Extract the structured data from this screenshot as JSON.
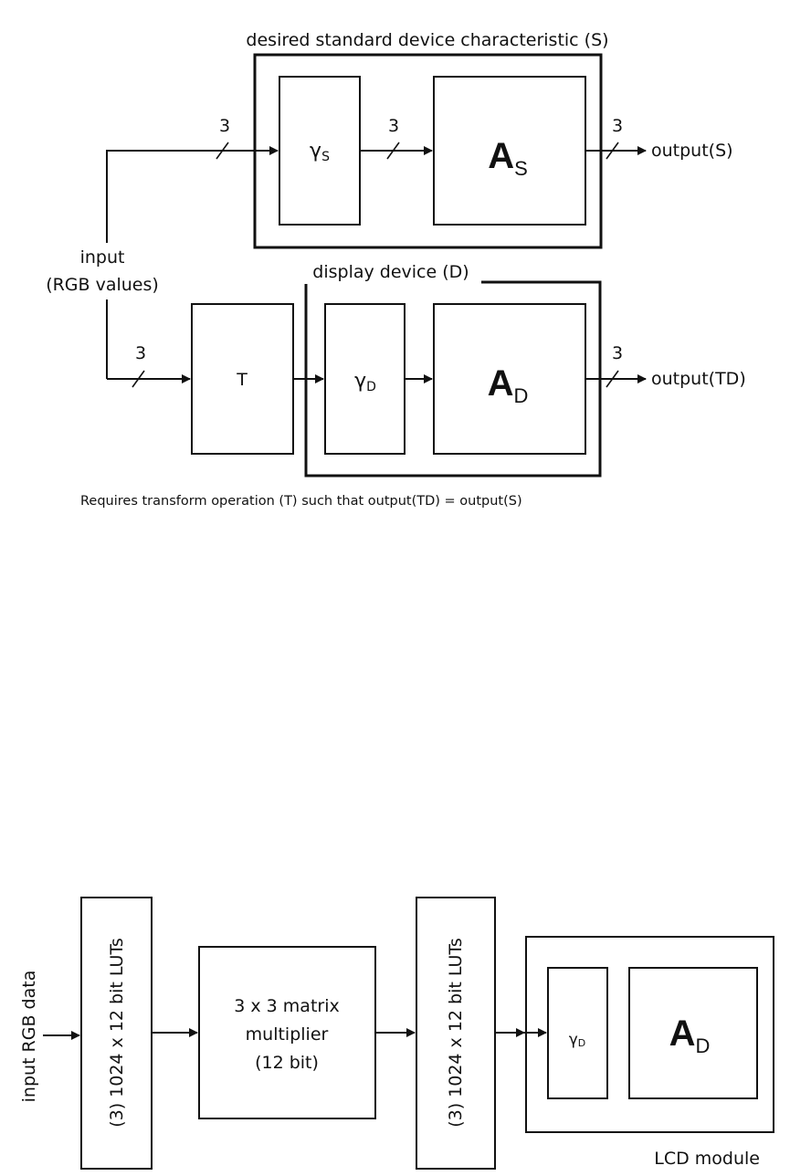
{
  "diagram_top": {
    "standard_frame_label": "desired standard device characteristic (S)",
    "display_frame_label": "display device (D)",
    "input_label_line1": "input",
    "input_label_line2": "(RGB values)",
    "gamma_s": {
      "symbol": "γ",
      "sub": "S"
    },
    "a_s": {
      "symbol": "A",
      "sub": "S"
    },
    "t_box": "T",
    "gamma_d": {
      "symbol": "γ",
      "sub": "D"
    },
    "a_d": {
      "symbol": "A",
      "sub": "D"
    },
    "bus_width": "3",
    "output_s": "output(S)",
    "output_td": "output(TD)",
    "caption": "Requires transform operation (T) such that output(TD) = output(S)"
  },
  "diagram_bottom": {
    "input_label": "input RGB data",
    "lut1_label": "(3) 1024 x 12 bit LUTs",
    "matrix_line1": "3 x 3 matrix",
    "matrix_line2": "multiplier",
    "matrix_line3": "(12 bit)",
    "lut2_label": "(3) 1024 x 12 bit LUTs",
    "gamma_d": {
      "symbol": "γ",
      "sub": "D"
    },
    "a_d": {
      "symbol": "A",
      "sub": "D"
    },
    "lcd_module_label": "LCD module"
  }
}
